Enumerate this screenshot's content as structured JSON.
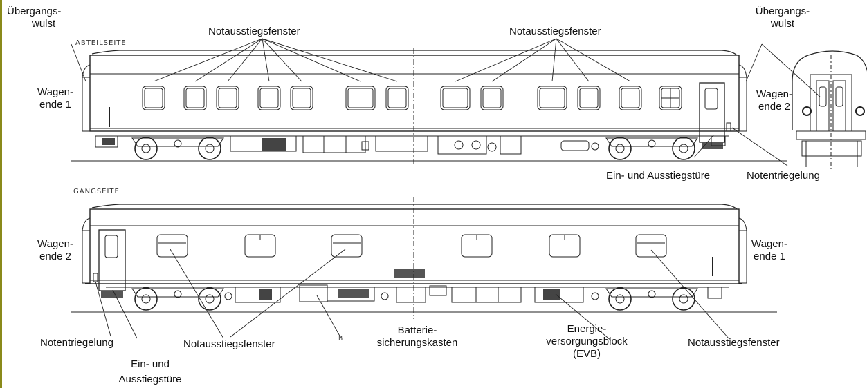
{
  "colors": {
    "line": "#222222",
    "frame": "#8a8a1a",
    "bg": "#ffffff"
  },
  "side_labels": {
    "abteilseite": "ABTEILSEITE",
    "gangseite": "GANGSEITE",
    "marker_b": "B"
  },
  "labels": {
    "uebergang_left": [
      "Übergangs-",
      "wulst"
    ],
    "uebergang_right": [
      "Übergangs-",
      "wulst"
    ],
    "notaus_top_left": "Notausstiegsfenster",
    "notaus_top_right": "Notausstiegsfenster",
    "wagenende1_top": [
      "Wagen-",
      "ende 1"
    ],
    "wagenende2_top": [
      "Wagen-",
      "ende 2"
    ],
    "einaus_top": "Ein- und Ausstiegstüre",
    "notentr_top": "Notentriegelung",
    "wagenende2_bottom": [
      "Wagen-",
      "ende 2"
    ],
    "wagenende1_bottom": [
      "Wagen-",
      "ende 1"
    ],
    "notentr_bottom": "Notentriegelung",
    "einaus_bottom": [
      "Ein- und",
      "Ausstiegstüre"
    ],
    "notaus_bottom_mid": "Notausstiegsfenster",
    "batterie": [
      "Batterie-",
      "sicherungskasten"
    ],
    "energie": [
      "Energie-",
      "versorgungsblock",
      "(EVB)"
    ],
    "notaus_bottom_right": "Notausstiegsfenster"
  }
}
